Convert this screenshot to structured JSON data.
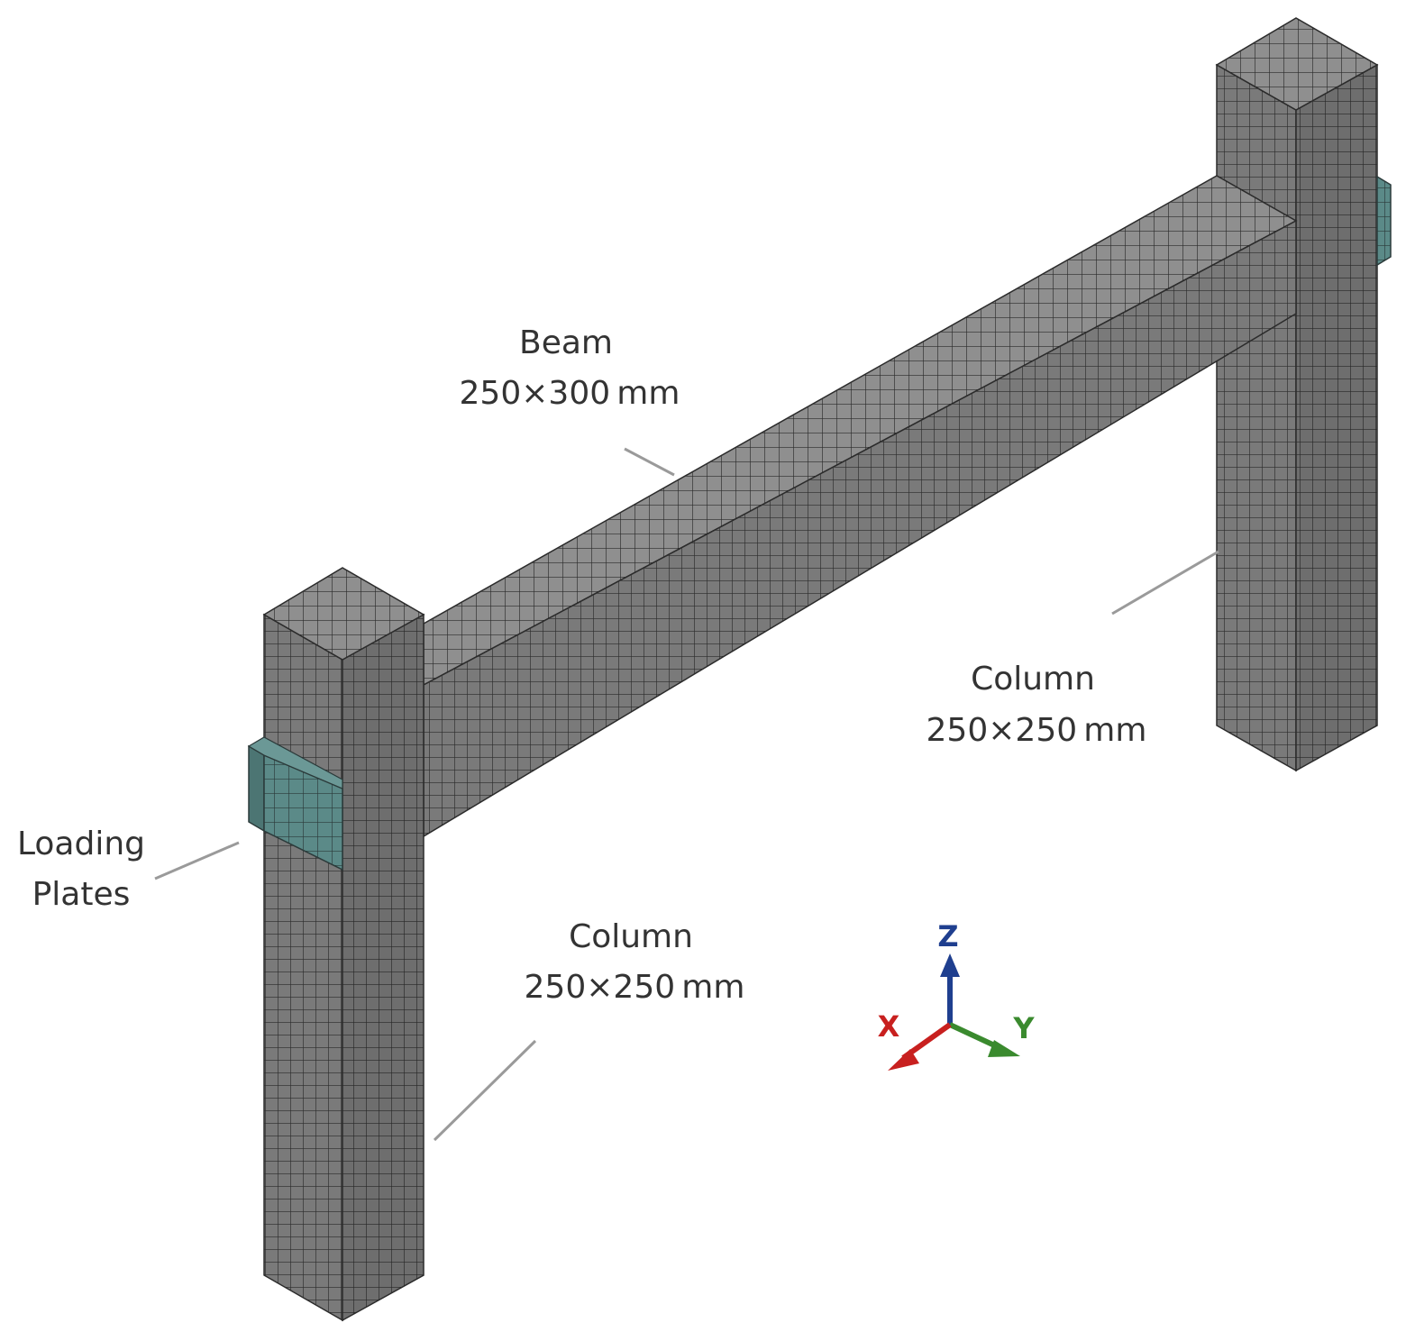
{
  "labels": {
    "beam": {
      "name": "Beam",
      "size": "250×300 mm"
    },
    "column_right": {
      "name": "Column",
      "size": "250×250 mm"
    },
    "column_left": {
      "name": "Column",
      "size": "250×250 mm"
    },
    "plates": {
      "line1": "Loading",
      "line2": "Plates"
    }
  },
  "axes": {
    "z": {
      "label": "Z",
      "color": "#1f3f8f"
    },
    "y": {
      "label": "Y",
      "color": "#3a8a2e"
    },
    "x": {
      "label": "X",
      "color": "#c8201f"
    }
  },
  "colors": {
    "mesh_top": "#8f8f8f",
    "mesh_side": "#7a7a7a",
    "mesh_front": "#6e6e6e",
    "mesh_line": "#2b2b2b",
    "plate": "#5b8a88",
    "leader": "#9a9a9a"
  }
}
